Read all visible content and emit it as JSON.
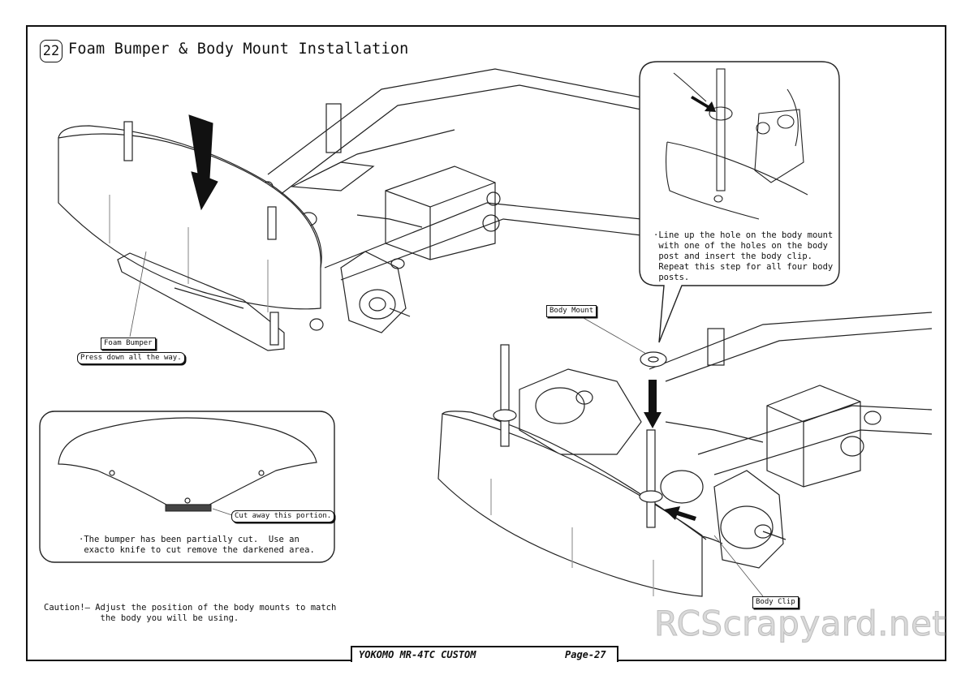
{
  "page": {
    "step_number": "22",
    "step_title": "Foam Bumper & Body Mount Installation"
  },
  "labels": {
    "foam_bumper": "Foam Bumper",
    "press_down": "Press down all the way.",
    "body_mount": "Body Mount",
    "body_clip": "Body Clip",
    "cut_away": "Cut away this portion."
  },
  "notes": {
    "body_mount_instruction": "·Line up the hole on the body mount\n with one of the holes on the body\n post and insert the body clip.\n Repeat this step for all four body\n posts.",
    "bumper_cut": "·The bumper has been partially cut.  Use an\n exacto knife to cut remove the darkened area.",
    "caution": "Caution!— Adjust the position of the body mounts to match\n           the body you will be using."
  },
  "footer": {
    "title": "YOKOMO MR-4TC CUSTOM",
    "page": "Page-27"
  },
  "watermark": "RCScrapyard.net"
}
